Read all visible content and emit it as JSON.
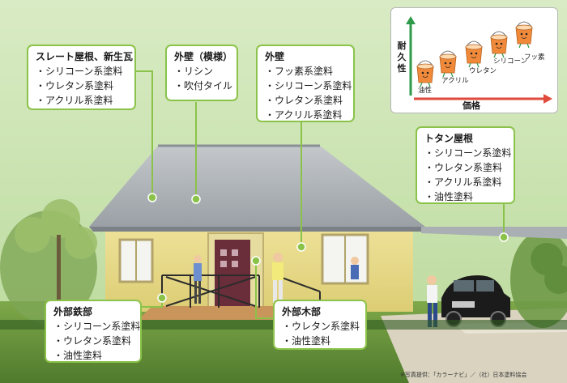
{
  "legend": {
    "y_axis_label": "耐久性",
    "x_axis_label": "価格",
    "buckets": [
      {
        "label": "油性"
      },
      {
        "label": "アクリル"
      },
      {
        "label": "ウレタン"
      },
      {
        "label": "シリコーン"
      },
      {
        "label": "フッ素"
      }
    ]
  },
  "callouts": {
    "slate_roof": {
      "title": "スレート屋根、新生瓦",
      "items": [
        "シリコーン系塗料",
        "ウレタン系塗料",
        "アクリル系塗料"
      ]
    },
    "wall_pattern": {
      "title": "外壁（模様）",
      "items": [
        "リシン",
        "吹付タイル"
      ]
    },
    "wall": {
      "title": "外壁",
      "items": [
        "フッ素系塗料",
        "シリコーン系塗料",
        "ウレタン系塗料",
        "アクリル系塗料"
      ]
    },
    "tin_roof": {
      "title": "トタン屋根",
      "items": [
        "シリコーン系塗料",
        "ウレタン系塗料",
        "アクリル系塗料",
        "油性塗料"
      ]
    },
    "exterior_iron": {
      "title": "外部鉄部",
      "items": [
        "シリコーン系塗料",
        "ウレタン系塗料",
        "油性塗料"
      ]
    },
    "exterior_wood": {
      "title": "外部木部",
      "items": [
        "ウレタン系塗料",
        "油性塗料"
      ]
    }
  },
  "credit": "※写真提供：「カラーナビ」／（社）日本塗料協会",
  "colors": {
    "accent_green": "#8bc34a",
    "arrow_red": "#e04a3a",
    "arrow_green": "#2e9a4a",
    "bucket_orange": "#f08a3a"
  }
}
